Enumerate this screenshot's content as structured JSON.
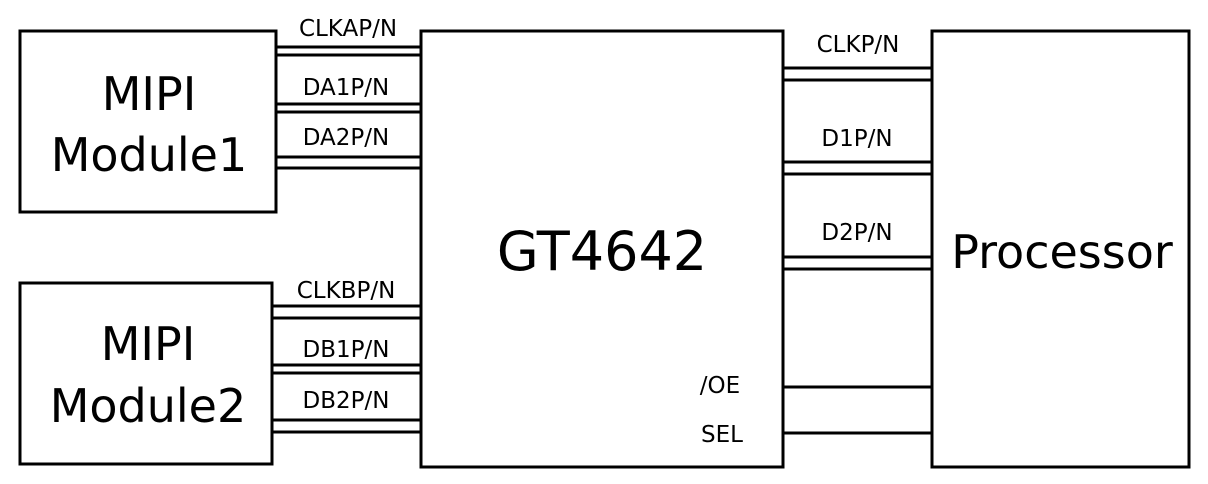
{
  "blocks": {
    "module1": {
      "line1": "MIPI",
      "line2": "Module1"
    },
    "module2": {
      "line1": "MIPI",
      "line2": "Module2"
    },
    "bridge": {
      "label": "GT4642",
      "pin_oe": "/OE",
      "pin_sel": "SEL"
    },
    "processor": {
      "label": "Processor"
    }
  },
  "signals": {
    "clka": "CLKAP/N",
    "da1": "DA1P/N",
    "da2": "DA2P/N",
    "clkb": "CLKBP/N",
    "db1": "DB1P/N",
    "db2": "DB2P/N",
    "clk": "CLKP/N",
    "d1": "D1P/N",
    "d2": "D2P/N"
  }
}
